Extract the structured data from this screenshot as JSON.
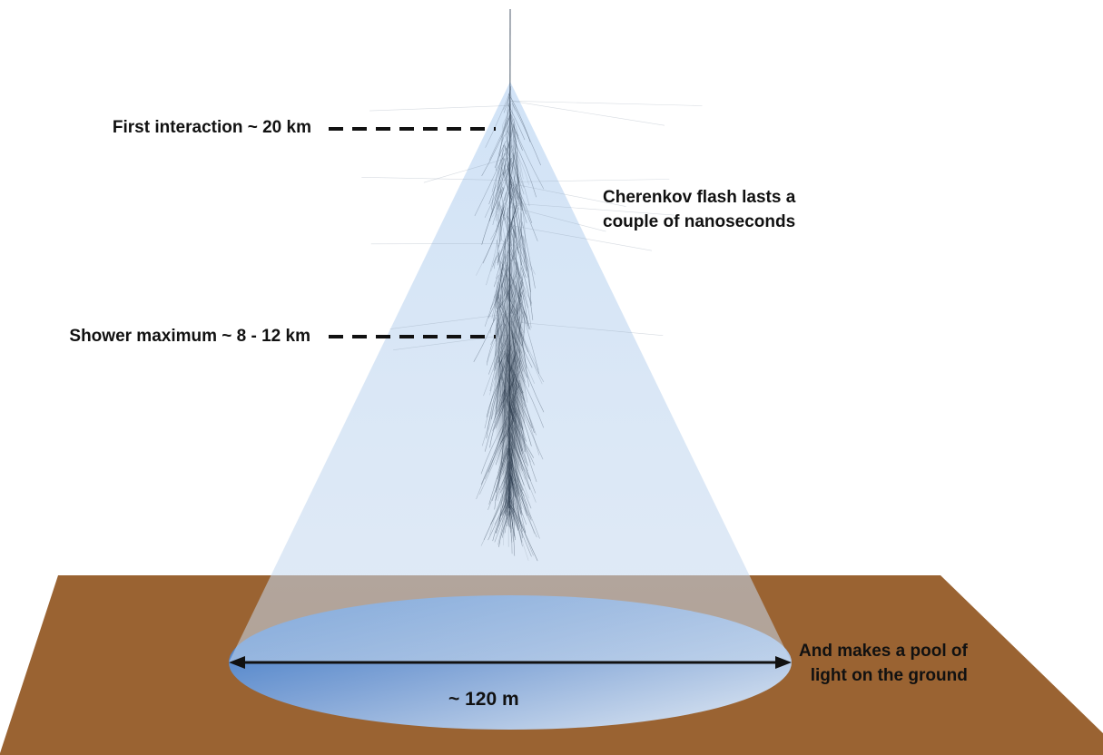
{
  "annotations": {
    "first_interaction": "First interaction ~ 20 km",
    "shower_maximum": "Shower maximum ~  8 - 12 km",
    "cherenkov_flash": [
      "Cherenkov flash lasts a",
      "couple of nanoseconds"
    ],
    "light_pool": [
      "And makes a pool of",
      "light on the ground"
    ],
    "pool_diameter": "~ 120 m"
  },
  "colors": {
    "ground": "#9a6332",
    "cone": "#c9def5",
    "pool_dark": "#3a78c6",
    "pool_light": "#d6e2f0",
    "shower": "#2f3f52",
    "text": "#111111"
  }
}
